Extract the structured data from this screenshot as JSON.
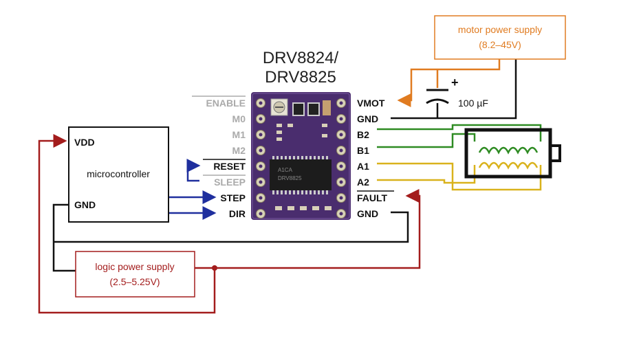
{
  "title_line1": "DRV8824/",
  "title_line2": "DRV8825",
  "microcontroller": {
    "label": "microcontroller",
    "vdd": "VDD",
    "gnd": "GND"
  },
  "motor_supply": {
    "line1": "motor power supply",
    "line2": "(8.2–45V)"
  },
  "logic_supply": {
    "line1": "logic power supply",
    "line2": "(2.5–5.25V)"
  },
  "capacitor": {
    "plus": "+",
    "value": "100 µF"
  },
  "left_pins": {
    "enable": "ENABLE",
    "m0": "M0",
    "m1": "M1",
    "m2": "M2",
    "reset": "RESET",
    "sleep": "SLEEP",
    "step": "STEP",
    "dir": "DIR"
  },
  "right_pins": {
    "vmot": "VMOT",
    "gnd_top": "GND",
    "b2": "B2",
    "b1": "B1",
    "a1": "A1",
    "a2": "A2",
    "fault": "FAULT",
    "gnd_bottom": "GND"
  },
  "chip_markings": {
    "line1": "A1CA",
    "line2": "DRV8825"
  },
  "colors": {
    "motor_supply": "#e07b20",
    "logic_supply": "#a31c1c",
    "blue_signal": "#1f2f9e",
    "coil_green": "#2e8b22",
    "coil_yellow": "#d9b21c",
    "board": "#4a2d6e",
    "inactive_label": "#aaaaaa"
  }
}
